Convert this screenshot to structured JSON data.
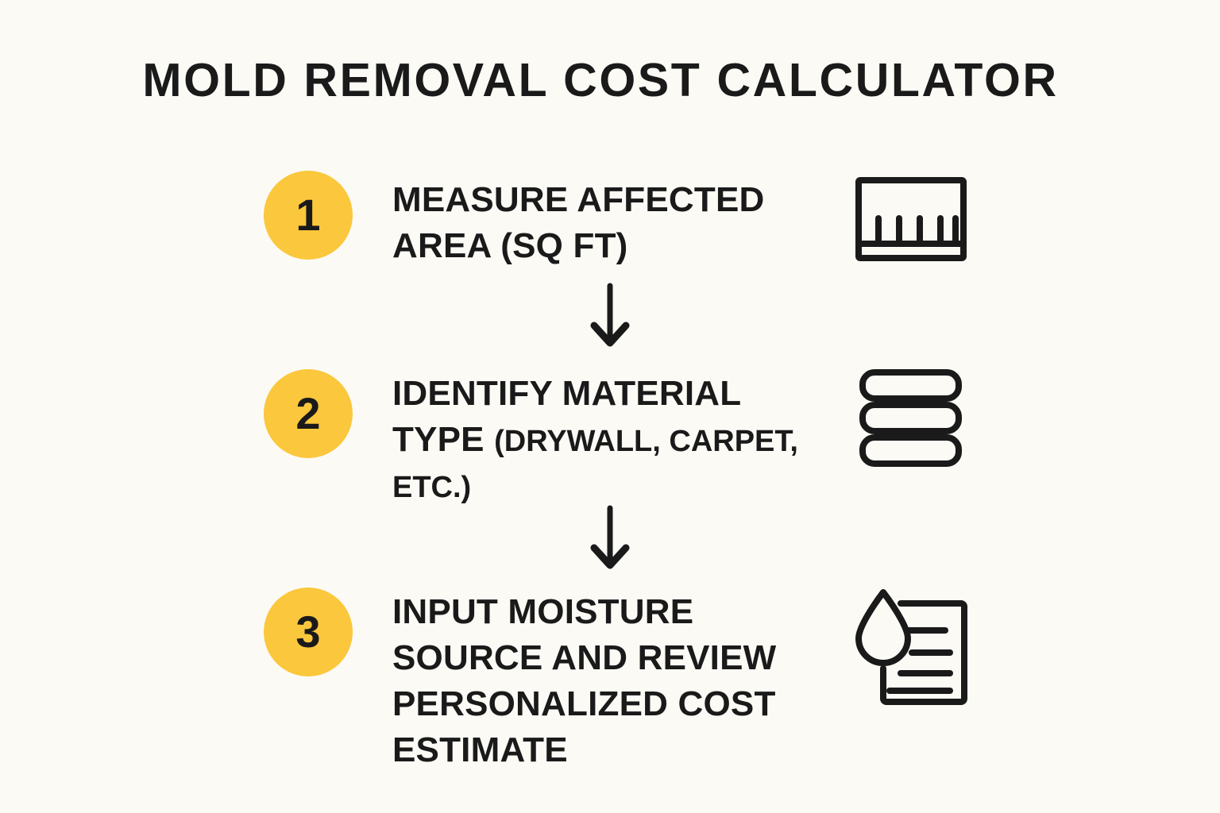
{
  "page": {
    "background_color": "#FBFAF5",
    "accent_color": "#FBC73C",
    "text_color": "#1A1A1A"
  },
  "header": {
    "title": "MOLD REMOVAL COST CALCULATOR"
  },
  "steps": [
    {
      "number": "1",
      "text": "MEASURE AFFECTED AREA (SQ FT)",
      "text_main": "MEASURE AFFECTED AREA (SQ FT)",
      "text_note": "",
      "icon": "ruler-measuring-tape-icon"
    },
    {
      "number": "2",
      "text": "IDENTIFY MATERIAL TYPE (DRYWALL, CARPET, ETC.)",
      "text_main": "IDENTIFY MATERIAL TYPE ",
      "text_note": "(DRYWALL, CARPET, ETC.)",
      "icon": "stacked-layers-icon"
    },
    {
      "number": "3",
      "text": "INPUT MOISTURE SOURCE AND REVIEW PERSONALIZED COST ESTIMATE",
      "text_main": "INPUT MOISTURE SOURCE AND REVIEW PERSONALIZED COST ESTIMATE",
      "text_note": "",
      "icon": "water-drop-document-icon"
    }
  ],
  "connectors": [
    {
      "name": "arrow-down-1",
      "direction": "down"
    },
    {
      "name": "arrow-down-2",
      "direction": "down"
    }
  ]
}
